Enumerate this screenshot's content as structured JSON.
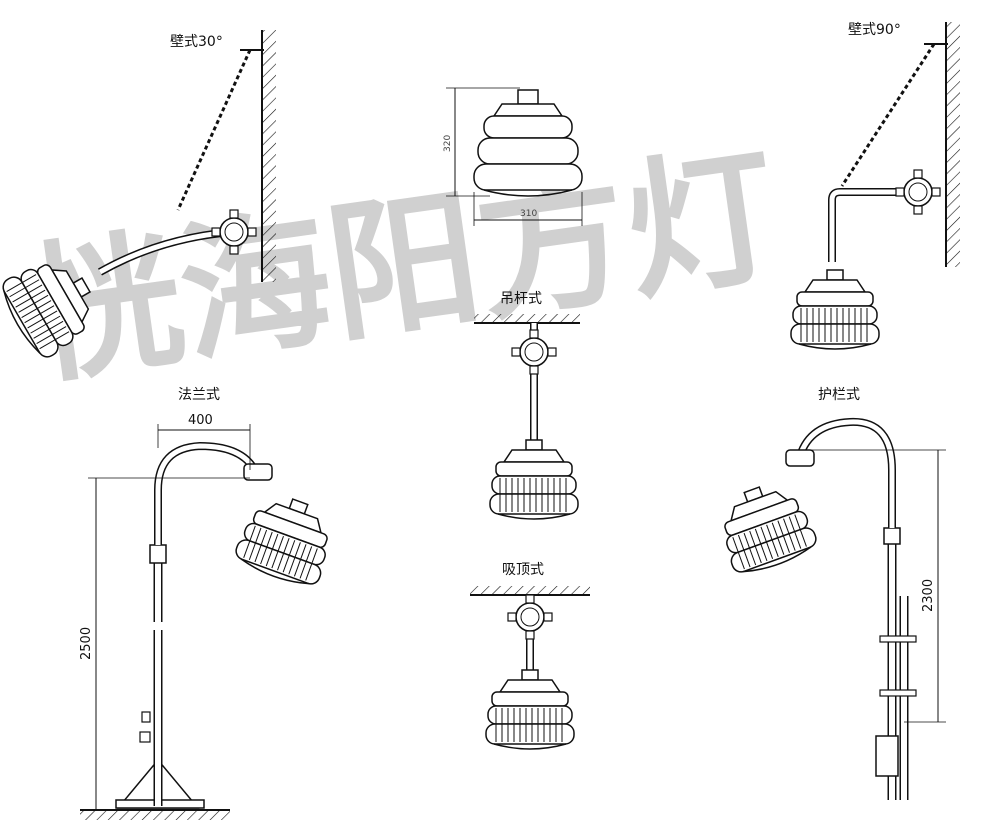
{
  "labels": {
    "wall30": "壁式30°",
    "wall90": "壁式90°",
    "pendant": "吊杆式",
    "flange": "法兰式",
    "ceiling": "吸顶式",
    "railing": "护栏式"
  },
  "dimensions": {
    "product_height": "320",
    "product_width": "310",
    "flange_arm": "400",
    "flange_height": "2500",
    "railing_height": "2300"
  },
  "watermark": "恍海阳方灯",
  "colors": {
    "line": "#111111",
    "watermark": "#c8c8c8"
  }
}
